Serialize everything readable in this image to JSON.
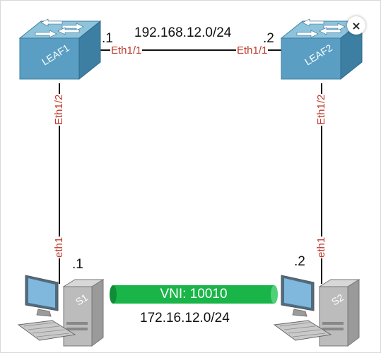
{
  "window": {
    "close_icon": "close-icon",
    "close_glyph": "×"
  },
  "colors": {
    "link": "#111111",
    "interface_label": "#c0392b",
    "switch_body": "#5fa3c6",
    "tunnel": "#19b548"
  },
  "devices": {
    "leaf1": {
      "name": "LEAF1",
      "ip": ".1",
      "icon": "switch-icon"
    },
    "leaf2": {
      "name": "LEAF2",
      "ip": ".2",
      "icon": "switch-icon"
    },
    "s1": {
      "name": "S1",
      "ip": ".1",
      "icon": "computer-icon"
    },
    "s2": {
      "name": "S2",
      "ip": ".2",
      "icon": "computer-icon"
    }
  },
  "links": {
    "leaf_interconnect": {
      "subnet": "192.168.12.0/24",
      "leaf1_if": "Eth1/1",
      "leaf2_if": "Eth1/1"
    },
    "leaf1_down": {
      "leaf_if": "Eth1/2",
      "host_if": "eth1"
    },
    "leaf2_down": {
      "leaf_if": "Eth1/2",
      "host_if": "eth1"
    }
  },
  "vxlan": {
    "label": "VNI: 10010",
    "subnet": "172.16.12.0/24"
  }
}
